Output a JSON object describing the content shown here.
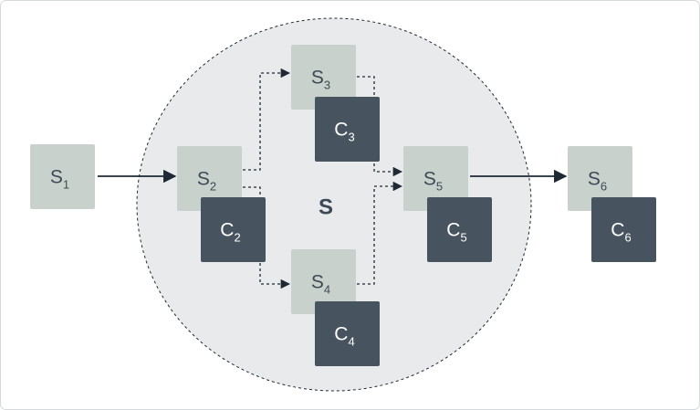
{
  "diagram": {
    "center_label": "S",
    "colors": {
      "s_box": "#c9d1cc",
      "c_box": "#47535f",
      "s_text": "#3d4a56",
      "c_text": "#ffffff",
      "circle_fill": "#e8eaec",
      "arrow": "#1f2933",
      "border": "#d5d9dc"
    },
    "nodes": [
      {
        "id": "s1",
        "kind": "s",
        "base": "S",
        "sub": "1"
      },
      {
        "id": "s2",
        "kind": "s",
        "base": "S",
        "sub": "2"
      },
      {
        "id": "c2",
        "kind": "c",
        "base": "C",
        "sub": "2"
      },
      {
        "id": "s3",
        "kind": "s",
        "base": "S",
        "sub": "3"
      },
      {
        "id": "c3",
        "kind": "c",
        "base": "C",
        "sub": "3"
      },
      {
        "id": "s4",
        "kind": "s",
        "base": "S",
        "sub": "4"
      },
      {
        "id": "c4",
        "kind": "c",
        "base": "C",
        "sub": "4"
      },
      {
        "id": "s5",
        "kind": "s",
        "base": "S",
        "sub": "5"
      },
      {
        "id": "c5",
        "kind": "c",
        "base": "C",
        "sub": "5"
      },
      {
        "id": "s6",
        "kind": "s",
        "base": "S",
        "sub": "6"
      },
      {
        "id": "c6",
        "kind": "c",
        "base": "C",
        "sub": "6"
      }
    ],
    "edges": [
      {
        "from": "s1",
        "to": "s2",
        "style": "solid"
      },
      {
        "from": "s2",
        "to": "s3",
        "style": "dashed"
      },
      {
        "from": "s2",
        "to": "s4",
        "style": "dashed"
      },
      {
        "from": "s3",
        "to": "s5",
        "style": "dashed"
      },
      {
        "from": "s4",
        "to": "s5",
        "style": "dashed"
      },
      {
        "from": "s5",
        "to": "s6",
        "style": "solid"
      }
    ]
  }
}
